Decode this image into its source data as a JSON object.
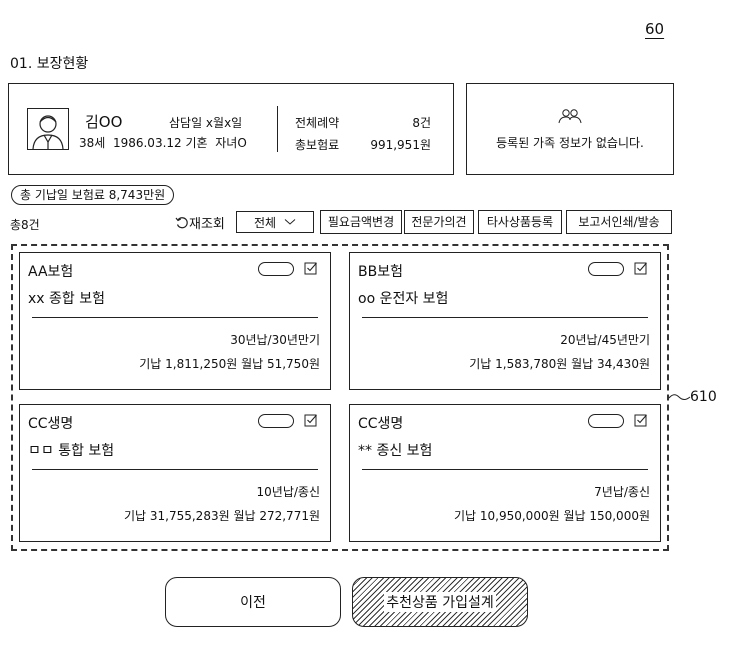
{
  "figure_ref": "60",
  "section_title": "01. 보장현황",
  "profile": {
    "name": "김OO",
    "contract_date": "삼담일 x월x일",
    "age": "38세",
    "birth": "1986.03.12",
    "marital": "기혼",
    "children": "자녀O",
    "total_contracts_label": "전체례약",
    "total_contracts_value": "8건",
    "total_premium_label": "총보험료",
    "total_premium_value": "991,951원",
    "avatar_icon": "person-avatar-icon"
  },
  "family": {
    "icon": "family-icon",
    "message": "등록된 가족 정보가 없습니다."
  },
  "summary": {
    "premium_pill": "총 기납일 보험료 8,743만원",
    "count": "총8건",
    "refresh_label": "재조회",
    "filter_selected": "전체"
  },
  "toolbar": {
    "buttons": [
      "필요금액변경",
      "전문가의견",
      "타사상품등록",
      "보고서인쇄/발송"
    ]
  },
  "cards": [
    {
      "company": "AA보험",
      "product": "xx 종합 보험",
      "term": "30년납/30년만기",
      "payment": "기납 1,811,250원 월납 51,750원"
    },
    {
      "company": "BB보험",
      "product": "oo 운전자 보험",
      "term": "20년납/45년만기",
      "payment": "기납 1,583,780원 월납 34,430원"
    },
    {
      "company": "CC생명",
      "product": "ㅁㅁ 통합 보험",
      "term": "10년납/종신",
      "payment": "기납 31,755,283원 월납 272,771원"
    },
    {
      "company": "CC생명",
      "product": "** 종신 보험",
      "term": "7년납/종신",
      "payment": "기납 10,950,000원 월납 150,000원"
    }
  ],
  "cards_ref": "610",
  "footer": {
    "prev_label": "이전",
    "recommend_label": "추천상품 가입설계"
  }
}
